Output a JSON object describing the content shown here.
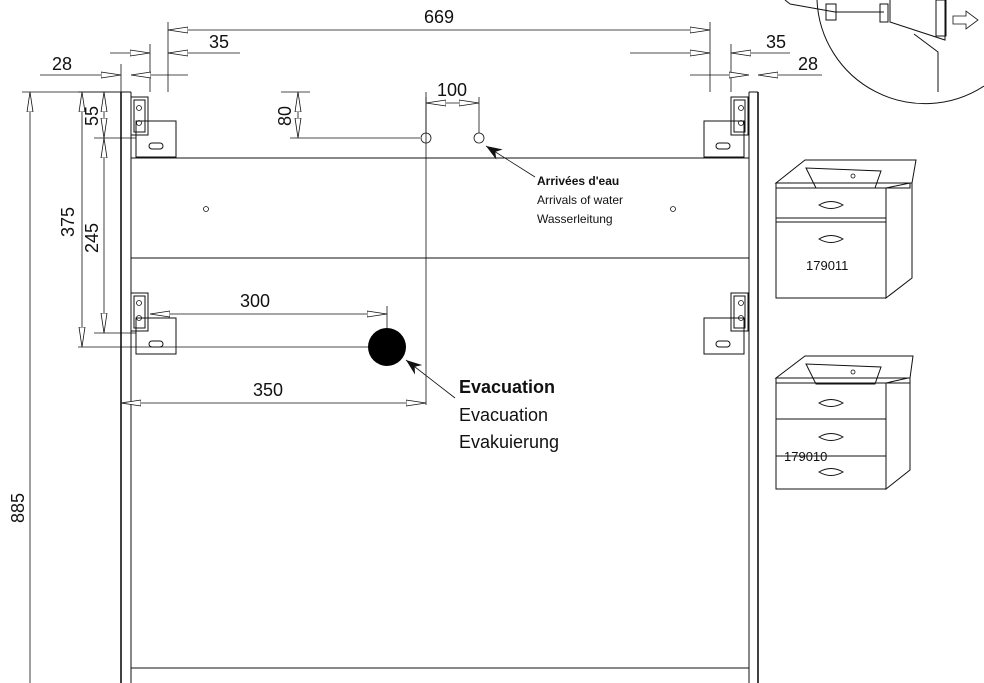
{
  "dimensions": {
    "overall_width": "669",
    "left_bracket_offset": "35",
    "right_bracket_offset": "35",
    "left_edge": "28",
    "right_edge": "28",
    "inlet_spacing": "100",
    "inlet_height": "80",
    "top_bracket": "55",
    "lower_bracket_height": "375",
    "lower_bracket_inner": "245",
    "drain_offset_bracket": "300",
    "drain_offset_edge": "350",
    "overall_height": "885"
  },
  "water_inlets": {
    "title": "Arrivées d'eau",
    "line2": "Arrivals of water",
    "line3": "Wasserleitung"
  },
  "drain": {
    "title": "Evacuation",
    "line2": "Evacuation",
    "line3": "Evakuierung"
  },
  "products": [
    {
      "ref": "179011"
    },
    {
      "ref": "179010"
    }
  ],
  "colors": {
    "line": "#111111",
    "drain_fill": "#000000",
    "background": "#ffffff"
  }
}
